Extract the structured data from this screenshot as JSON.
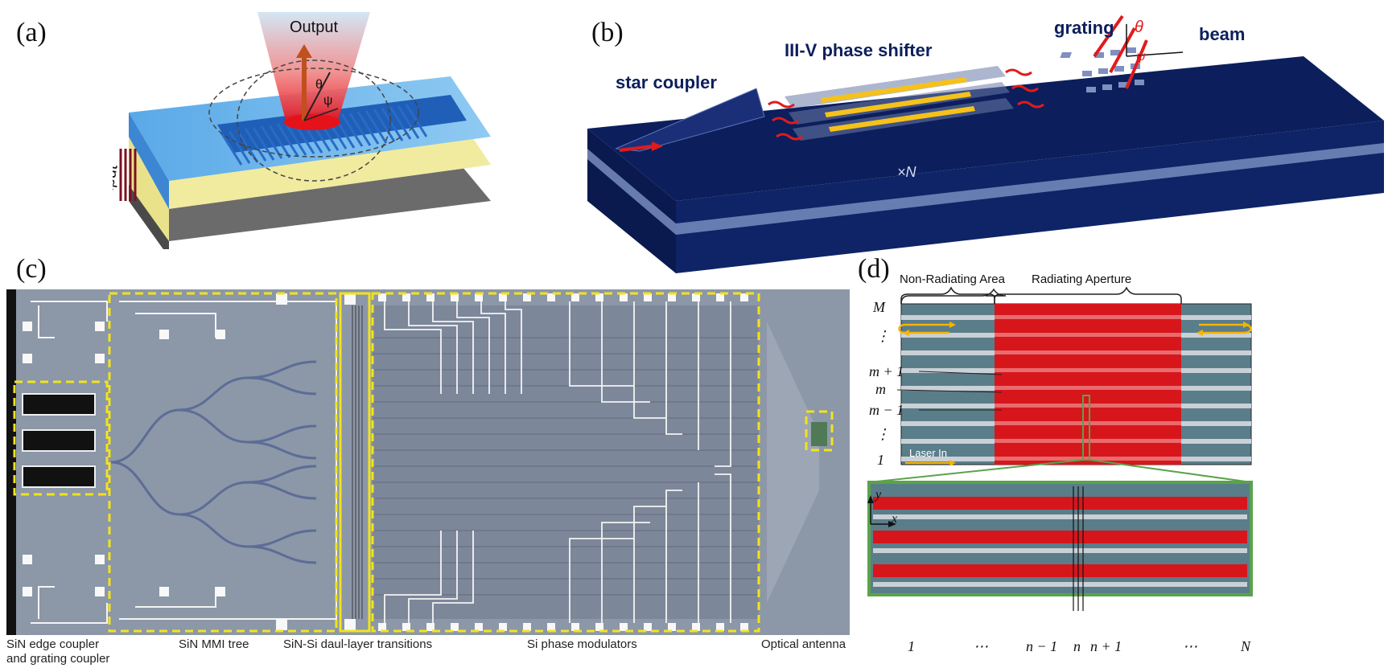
{
  "panels": {
    "a": {
      "label": "(a)",
      "output_label": "Output",
      "input_label": "Input",
      "theta": "θ",
      "psi": "ψ"
    },
    "b": {
      "label": "(b)",
      "star_coupler": "star coupler",
      "phase_shifter": "III-V phase shifter",
      "grating": "grating",
      "beam": "beam",
      "times_n": "×N",
      "theta": "θ",
      "psi": "ψ"
    },
    "c": {
      "label": "(c)",
      "captions": [
        "SiN edge coupler\nand grating coupler",
        "SiN MMI tree",
        "SiN-Si daul-layer transitions",
        "Si phase modulators",
        "Optical antenna"
      ]
    },
    "d": {
      "label": "(d)",
      "non_radiating": "Non-Radiating Area",
      "radiating": "Radiating Aperture",
      "rows": [
        "M",
        "⋮",
        "m + 1",
        "m",
        "m − 1",
        "⋮",
        "1"
      ],
      "laser_in": "Laser In",
      "axis_y": "y",
      "axis_x": "x",
      "cols": [
        "1",
        "⋯",
        "n − 1",
        "n",
        "n + 1",
        "⋯",
        "N"
      ]
    }
  },
  "colors": {
    "navy": "#0c1f5c",
    "accent_yellow": "#f5c21b",
    "radiating_red": "#d7161c",
    "waveguide_teal": "#5a7d8a",
    "dashed_box": "#f2e31c",
    "chip_gray": "#8c97a8"
  }
}
